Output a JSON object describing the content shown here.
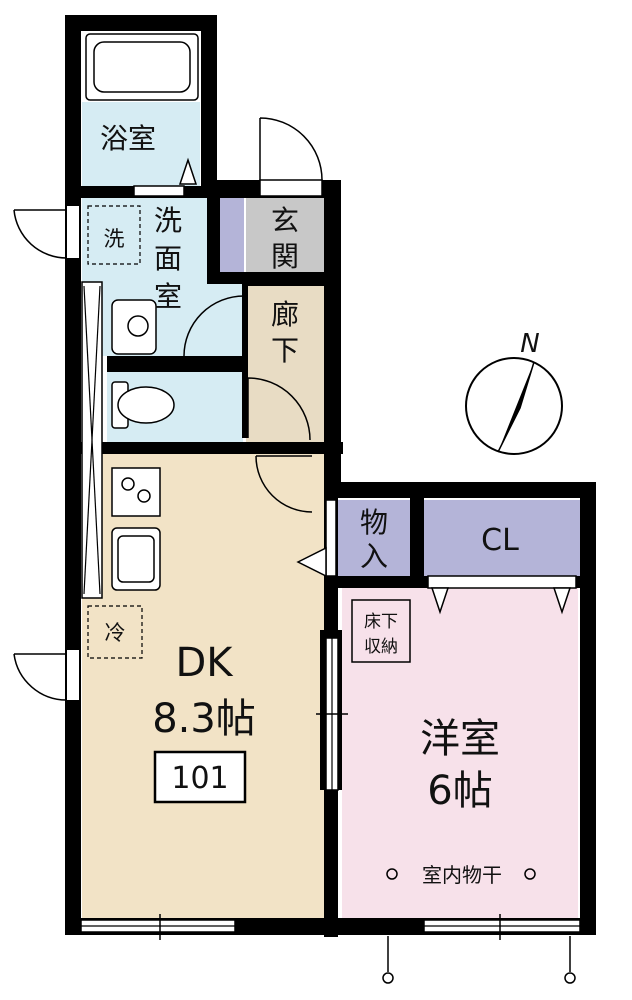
{
  "rooms": {
    "bath": {
      "label": "浴室",
      "color": "#d6ecf3"
    },
    "washroom": {
      "label": "洗面室",
      "chars": [
        "洗",
        "面",
        "室"
      ],
      "color": "#d6ecf3"
    },
    "washer": {
      "label": "洗"
    },
    "toilet": {
      "color": "#d6ecf3"
    },
    "entrance": {
      "label": "玄関",
      "chars": [
        "玄",
        "関"
      ],
      "color": "#c8c8c8"
    },
    "corridor": {
      "label": "廊下",
      "chars": [
        "廊",
        "下"
      ],
      "color": "#e8dcc4"
    },
    "dk": {
      "label": "DK",
      "size": "8.3帖",
      "color": "#f2e3c6"
    },
    "fridge": {
      "label": "冷"
    },
    "storage": {
      "label": "物入",
      "chars": [
        "物",
        "入"
      ],
      "color": "#b4b4d8"
    },
    "closet": {
      "label": "CL",
      "color": "#b4b4d8"
    },
    "western": {
      "label": "洋室",
      "size": "6帖",
      "color": "#f7e1ea"
    },
    "underfloor": {
      "label": "床下収納",
      "lines": [
        "床下",
        "収納"
      ]
    },
    "drying": {
      "label": "室内物干"
    }
  },
  "unit_number": "101",
  "compass": {
    "label": "N"
  },
  "colors": {
    "wall": "#000000",
    "fixture": "#ffffff"
  }
}
